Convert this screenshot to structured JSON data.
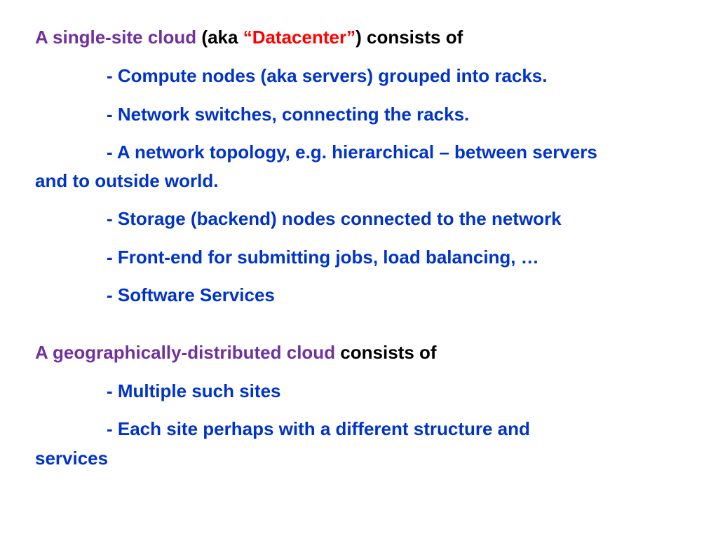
{
  "colors": {
    "heading": "#7030a0",
    "text": "#000000",
    "highlight": "#ff0000",
    "bullet": "#0033cc"
  },
  "section1": {
    "heading": "A single-site cloud",
    "aka_open": " (aka ",
    "aka_term": "“Datacenter”",
    "aka_close": ")",
    "consists": " consists of",
    "bullets": [
      "- Compute nodes (aka servers) grouped into racks.",
      "- Network switches, connecting the racks.",
      "- A network topology, e.g. hierarchical – between servers",
      "and to outside world.",
      "- Storage (backend) nodes connected to the network",
      "- Front-end for submitting jobs, load balancing, …",
      "- Software Services"
    ]
  },
  "section2": {
    "heading": "A geographically-distributed cloud",
    "consists": " consists of",
    "bullets": [
      "- Multiple such sites",
      "- Each site perhaps with a different structure and",
      "services"
    ]
  }
}
